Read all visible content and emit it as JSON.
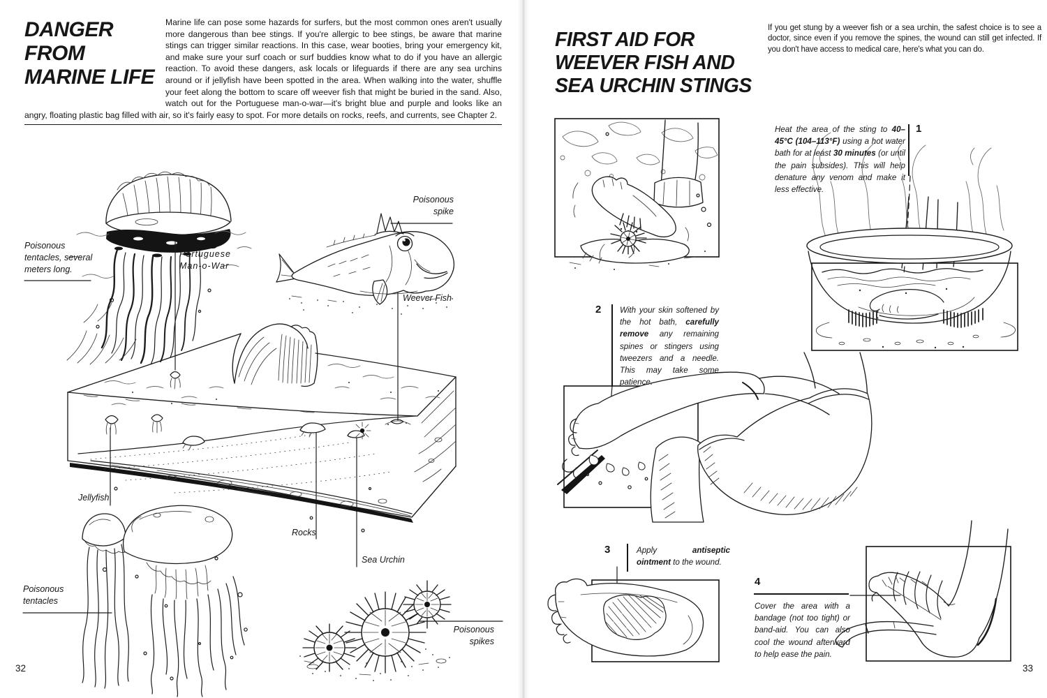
{
  "colors": {
    "paper": "#ffffff",
    "ink": "#1c1c1c"
  },
  "left": {
    "page_number": "32",
    "title": "DANGER\nFROM\nMARINE LIFE",
    "intro": "Marine life can pose some hazards for surfers, but the most common ones aren't usually more dangerous than bee stings. If you're allergic to bee stings, be aware that marine stings can trigger similar reactions. In this case, wear booties, bring your emergency kit, and make sure your surf coach or surf buddies know what to do if you have an allergic reaction. To avoid these dangers, ask locals or lifeguards if there are any sea urchins around or if jellyfish have been spotted in the area. When walking into the water, shuffle your feet along the bottom to scare off weever fish that might be buried in the sand. Also, watch out for the Portuguese man-o-war—it's bright blue and purple and looks like an angry, floating plastic bag filled with air, so it's fairly easy to spot. For more details on rocks, reefs, and currents, see Chapter 2.",
    "labels": {
      "tentacles_long": "Poisonous\ntentacles, several\nmeters long.",
      "man_o_war": "Portuguese\nMan-o-War",
      "spike": "Poisonous\nspike",
      "weever": "Weever Fish",
      "jellyfish": "Jellyfish",
      "rocks": "Rocks",
      "sea_urchin": "Sea Urchin",
      "tentacles": "Poisonous\ntentacles",
      "spikes": "Poisonous\nspikes"
    }
  },
  "right": {
    "page_number": "33",
    "title": "FIRST AID FOR\nWEEVER FISH AND\nSEA URCHIN STINGS",
    "intro": "If you get stung by a weever fish or a sea urchin, the safest choice is to see a doctor, since even if you remove the spines, the wound can still get infected. If you don't have access to medical care, here's what you can do.",
    "steps": [
      {
        "number": "1",
        "segments": [
          {
            "t": "Heat the area of the sting to ",
            "b": false
          },
          {
            "t": "40–45°C (104–113°F)",
            "b": true
          },
          {
            "t": " using a hot water bath for at least ",
            "b": false
          },
          {
            "t": "30 minutes",
            "b": true
          },
          {
            "t": " (or until the pain subsides). This will help denature any venom and make it less effective.",
            "b": false
          }
        ]
      },
      {
        "number": "2",
        "segments": [
          {
            "t": "With your skin softened by the hot bath, ",
            "b": false
          },
          {
            "t": "carefully remove",
            "b": true
          },
          {
            "t": " any remaining spines or stingers using tweezers and a needle. This may take some patience.",
            "b": false
          }
        ]
      },
      {
        "number": "3",
        "segments": [
          {
            "t": "Apply ",
            "b": false
          },
          {
            "t": "antiseptic ointment",
            "b": true
          },
          {
            "t": " to the wound.",
            "b": false
          }
        ]
      },
      {
        "number": "4",
        "segments": [
          {
            "t": "Cover the area with a bandage (not too tight) or band-aid. You can also cool the wound afterward to help ease the pain.",
            "b": false
          }
        ]
      }
    ]
  }
}
